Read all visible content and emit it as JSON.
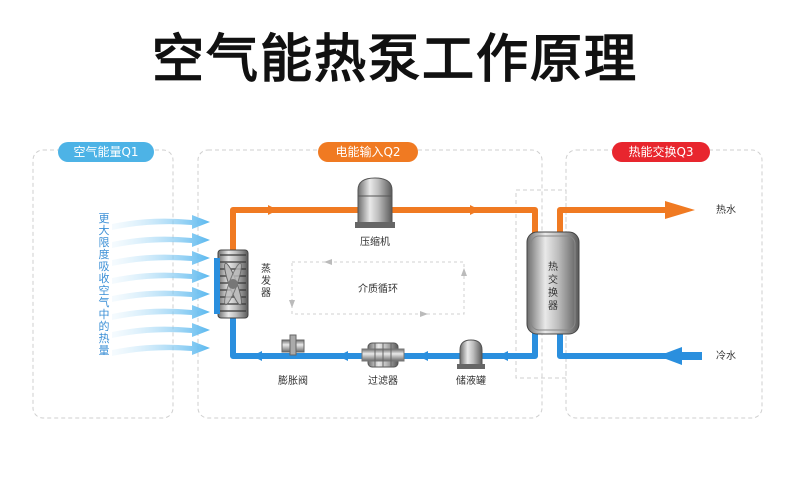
{
  "title": "空气能热泵工作原理",
  "sections": {
    "air": {
      "label": "空气能量Q1",
      "color": "#4db3e6"
    },
    "power": {
      "label": "电能输入Q2",
      "color": "#f07a22"
    },
    "heat": {
      "label": "热能交换Q3",
      "color": "#e8262e"
    }
  },
  "air_description": [
    "更",
    "大",
    "限",
    "度",
    "吸",
    "收",
    "空",
    "气",
    "中",
    "的",
    "热",
    "量"
  ],
  "components": {
    "compressor": "压缩机",
    "evaporator": [
      "蒸",
      "发",
      "器"
    ],
    "heat_exchanger": [
      "热",
      "交",
      "换",
      "器"
    ],
    "medium_cycle": "介质循环",
    "expansion_valve": "膨胀阀",
    "filter": "过滤器",
    "receiver": "储液罐"
  },
  "outputs": {
    "hot_water": "热水",
    "cold_water": "冷水"
  },
  "colors": {
    "hot_pipe": "#f07a22",
    "cold_pipe": "#2a8fde",
    "air_flow": "#5ab8ef"
  }
}
